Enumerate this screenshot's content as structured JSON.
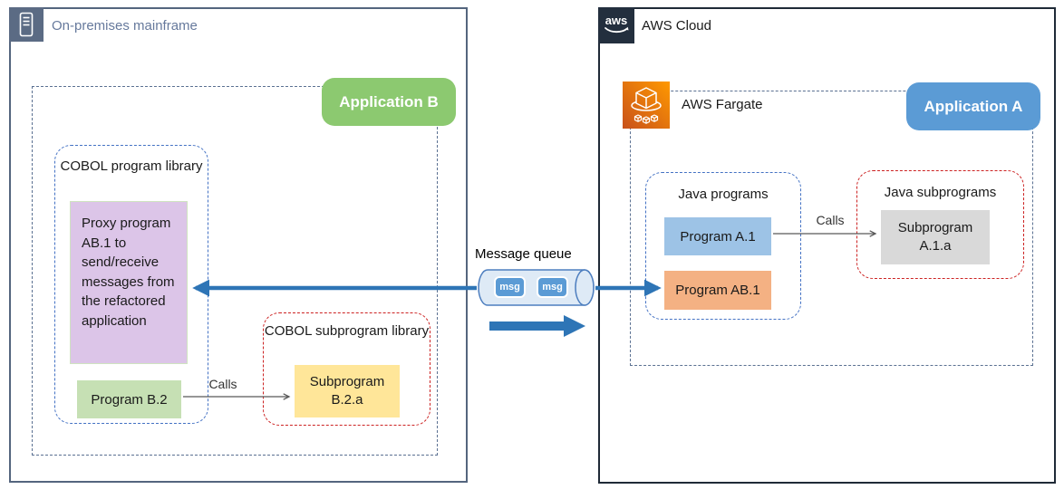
{
  "on_premises": {
    "title": "On-premises mainframe",
    "application_badge": "Application B",
    "cobol_program_library": {
      "title": "COBOL program library",
      "proxy_program": "Proxy program AB.1 to send/receive messages from the refactored application",
      "program": "Program B.2"
    },
    "cobol_subprogram_library": {
      "title": "COBOL subprogram library",
      "subprogram": "Subprogram B.2.a"
    },
    "calls_label": "Calls"
  },
  "message_queue": {
    "label": "Message queue",
    "messages": [
      "msg",
      "msg"
    ]
  },
  "aws_cloud": {
    "title": "AWS Cloud",
    "logo_text": "aws",
    "fargate_label": "AWS Fargate",
    "application_badge": "Application A",
    "java_programs": {
      "title": "Java programs",
      "program_a1": "Program A.1",
      "program_ab1": "Program AB.1"
    },
    "java_subprograms": {
      "title": "Java subprograms",
      "subprogram": "Subprogram A.1.a"
    },
    "calls_label": "Calls"
  },
  "colors": {
    "on_prem_border": "#54657e",
    "on_prem_title": "#66799c",
    "mainframe_icon_bg": "#5b6b84",
    "aws_border": "#1f2a37",
    "aws_logo_bg": "#232f3e",
    "application_b_green": "#8cc970",
    "application_a_blue": "#5b9bd5",
    "library_dash_blue": "#4472c4",
    "library_dash_red": "#cc2222",
    "proxy_purple": "#dcc5e8",
    "program_b2_green": "#c6e0b4",
    "subprogram_yellow": "#ffe699",
    "program_a1_blue": "#9dc3e6",
    "program_ab1_orange": "#f4b183",
    "subprogram_gray": "#d9d9d9",
    "arrow_blue": "#2e75b6",
    "call_arrow_gray": "#595959",
    "cylinder_fill": "#deeaf6",
    "fargate_gradient_start": "#c8511b",
    "fargate_gradient_end": "#ff9900"
  }
}
